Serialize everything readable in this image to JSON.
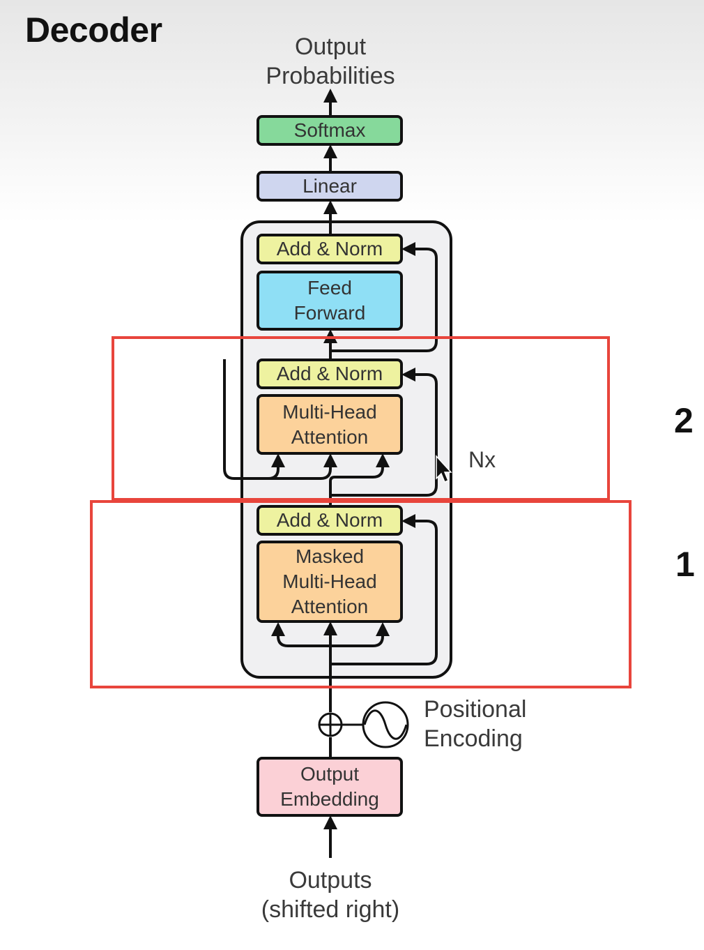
{
  "title": "Decoder",
  "output_label": {
    "line1": "Output",
    "line2": "Probabilities"
  },
  "input_label": {
    "line1": "Outputs",
    "line2": "(shifted right)"
  },
  "positional_encoding": {
    "line1": "Positional",
    "line2": "Encoding"
  },
  "repeat_label": "Nx",
  "highlight_color": "#e8453c",
  "sections": {
    "first": "1",
    "second": "2"
  },
  "blocks": {
    "softmax": {
      "text": "Softmax",
      "color": "#86d99b"
    },
    "linear": {
      "text": "Linear",
      "color": "#cfd6ef"
    },
    "add_norm_top": {
      "text": "Add & Norm",
      "color": "#eef2a0"
    },
    "feed_forward": {
      "line1": "Feed",
      "line2": "Forward",
      "color": "#8fdff5"
    },
    "add_norm_mid": {
      "text": "Add & Norm",
      "color": "#eef2a0"
    },
    "cross_attention": {
      "line1": "Multi-Head",
      "line2": "Attention",
      "color": "#fcd29b"
    },
    "add_norm_bottom": {
      "text": "Add & Norm",
      "color": "#eef2a0"
    },
    "masked_attention": {
      "line1": "Masked",
      "line2": "Multi-Head",
      "line3": "Attention",
      "color": "#fcd29b"
    },
    "output_embedding": {
      "line1": "Output",
      "line2": "Embedding",
      "color": "#fbd0d6"
    }
  }
}
